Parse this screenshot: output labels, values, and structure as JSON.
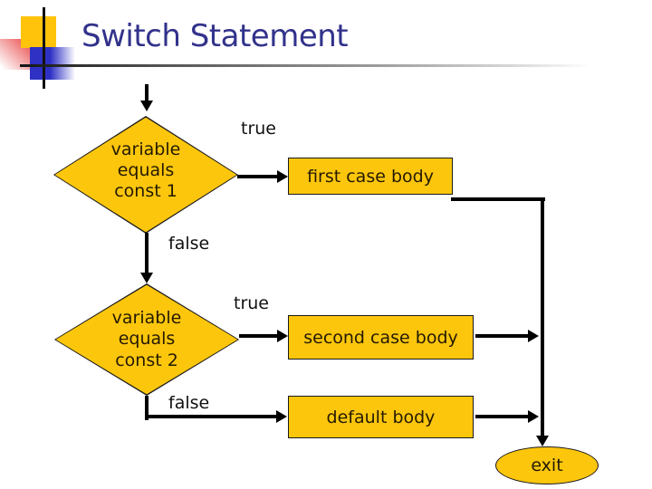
{
  "title": {
    "text": "Switch Statement"
  },
  "flowchart": {
    "decision1": {
      "text": "variable\nequals\nconst 1",
      "true_label": "true",
      "false_label": "false"
    },
    "decision2": {
      "text": "variable\nequals\nconst 2",
      "true_label": "true",
      "false_label": "false"
    },
    "process_first": {
      "text": "first case body"
    },
    "process_second": {
      "text": "second case body"
    },
    "process_default": {
      "text": "default body"
    },
    "terminal": {
      "text": "exit"
    }
  },
  "colors": {
    "shape_fill": "#fcc60d",
    "shape_border": "#1a1a1a",
    "connector": "#000000",
    "title_text": "#32328c",
    "deco_yellow": "#ffc30b",
    "deco_blue": "#2f31c5",
    "deco_pink": "#e93b3b"
  }
}
